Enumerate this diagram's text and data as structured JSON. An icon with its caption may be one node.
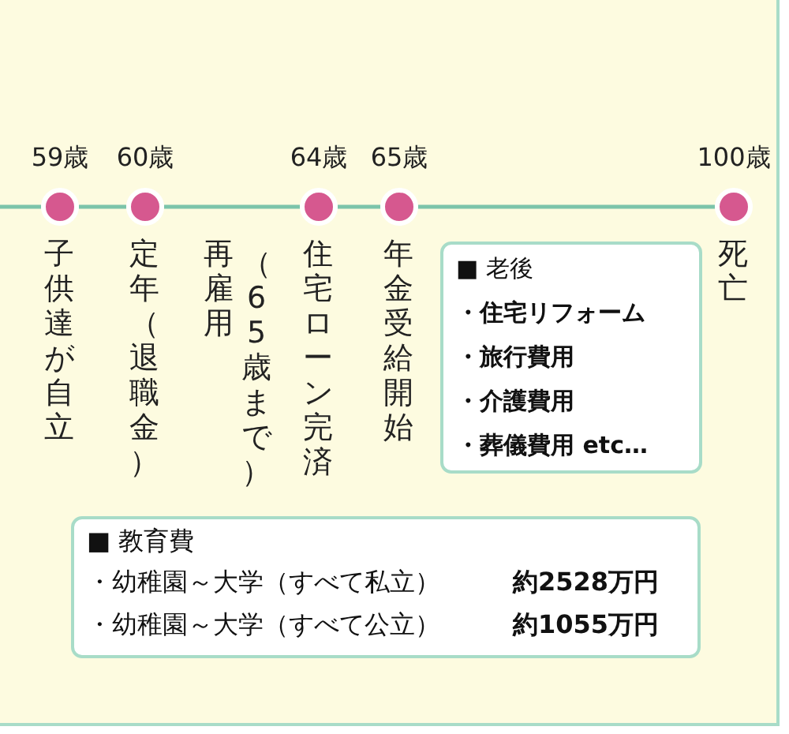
{
  "diagram": {
    "nodes": [
      {
        "text": [],
        "shape": "circle",
        "beside": [
          "59歳",
          "子供達が自立"
        ]
      },
      {
        "text": [],
        "shape": "circle",
        "beside": [
          "60歳",
          "定年（退職金）"
        ]
      },
      {
        "text": [],
        "shape": "circle",
        "beside": [
          "64歳",
          "住宅ローン完済"
        ]
      },
      {
        "text": [],
        "shape": "circle",
        "beside": [
          "65歳",
          "年金受給開始"
        ]
      },
      {
        "text": [],
        "shape": "circle",
        "beside": [
          "100歳",
          "死亡"
        ]
      },
      {
        "text": [
          "■ 老後",
          "・住宅リフォーム",
          "・旅行費用",
          "・介護費用",
          "・葬儀費用 etc…"
        ]
      },
      {
        "text": [
          "■ 教育費",
          "・幼稚園～大学（すべて私立）",
          "約2528万円",
          "・幼稚園～大学（すべて公立）",
          "約1055万円"
        ]
      }
    ],
    "edges": [
      {
        "from": null,
        "to": 0,
        "arrow": "none"
      },
      {
        "from": 0,
        "to": 1,
        "arrow": "none"
      },
      {
        "from": 1,
        "to": 2,
        "arrow": "none"
      },
      {
        "from": 2,
        "to": 3,
        "arrow": "none"
      },
      {
        "from": 3,
        "to": 4,
        "arrow": "none"
      }
    ],
    "labels": [
      "再雇用",
      "（65歳まで）"
    ]
  }
}
